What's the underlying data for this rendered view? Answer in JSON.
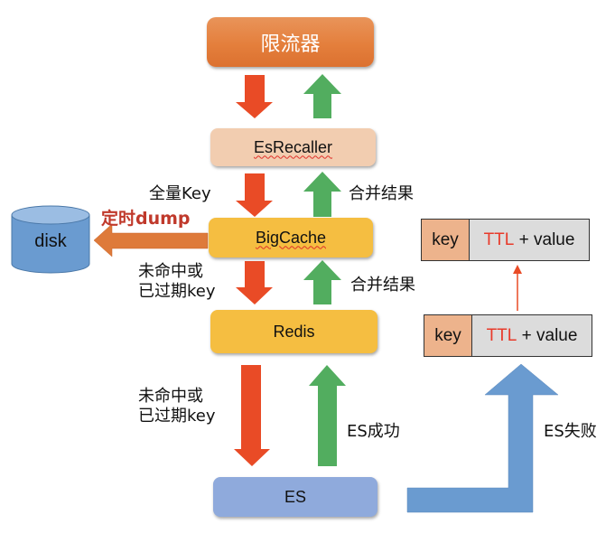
{
  "nodes": {
    "rate_limiter": "限流器",
    "es_recaller": "EsRecaller",
    "big_cache": "BigCache",
    "redis": "Redis",
    "es": "ES",
    "disk": "disk"
  },
  "edge_labels": {
    "full_key": "全量Key",
    "timed_dump": "定时dump",
    "miss_or_expired_1_line1": "未命中或",
    "miss_or_expired_1_line2": "已过期key",
    "miss_or_expired_2_line1": "未命中或",
    "miss_or_expired_2_line2": "已过期key",
    "merge_result_1": "合并结果",
    "merge_result_2": "合并结果",
    "es_success": "ES成功",
    "es_failure": "ES失败"
  },
  "kv_records": [
    {
      "key": "key",
      "ttl": "TTL",
      "rest": " + value"
    },
    {
      "key": "key",
      "ttl": "TTL",
      "rest": " + value"
    }
  ],
  "colors": {
    "rate_limiter": "#e47f3c",
    "es_recaller": "#f2cdb0",
    "cache_boxes": "#f5be41",
    "es_box": "#8faadc",
    "disk": "#6a9bd0",
    "request_arrow": "#e94b26",
    "response_arrow": "#52ad5f",
    "dump_arrow": "#de7a3a",
    "fallback_arrow": "#6a9bd0",
    "ttl_text": "#e83a2a",
    "key_cell": "#edb38c",
    "value_cell": "#dcdcdc"
  }
}
